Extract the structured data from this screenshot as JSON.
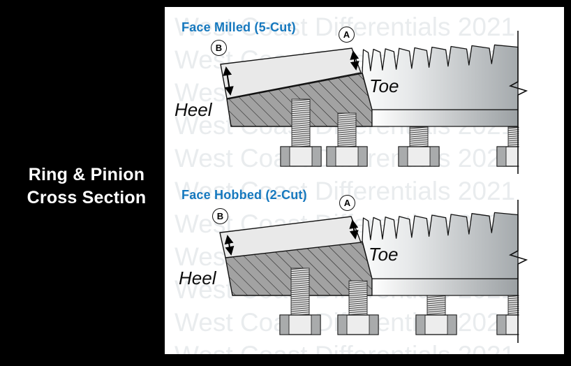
{
  "left_panel": {
    "title_line1": "Ring & Pinion",
    "title_line2": "Cross Section"
  },
  "watermark": {
    "text": "West Coast Differentials 2021"
  },
  "diagrams": [
    {
      "id": "face-milled",
      "title": "Face Milled (5-Cut)",
      "callout_a": "A",
      "callout_b": "B",
      "heel_label": "Heel",
      "toe_label": "Toe"
    },
    {
      "id": "face-hobbed",
      "title": "Face Hobbed (2-Cut)",
      "callout_a": "A",
      "callout_b": "B",
      "heel_label": "Heel",
      "toe_label": "Toe"
    }
  ],
  "colors": {
    "accent_blue": "#1578be",
    "watermark_gray": "#e9ecee",
    "hatch_gray": "#a2a2a2",
    "panel_white": "#ffffff",
    "frame_black": "#000000",
    "outline": "#111111"
  }
}
